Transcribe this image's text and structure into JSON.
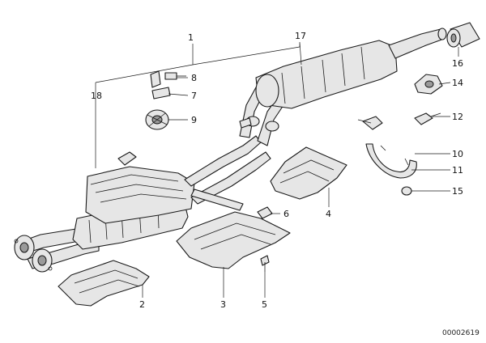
{
  "diagram": {
    "reference_code": "00002619",
    "callouts": [
      {
        "id": "c1",
        "label": "1"
      },
      {
        "id": "c17",
        "label": "17"
      },
      {
        "id": "c18",
        "label": "18"
      },
      {
        "id": "c16",
        "label": "16"
      },
      {
        "id": "c8",
        "label": "8"
      },
      {
        "id": "c7",
        "label": "7"
      },
      {
        "id": "c9",
        "label": "9"
      },
      {
        "id": "c14",
        "label": "14"
      },
      {
        "id": "c12",
        "label": "12"
      },
      {
        "id": "c10",
        "label": "10"
      },
      {
        "id": "c11",
        "label": "11"
      },
      {
        "id": "c15",
        "label": "15"
      },
      {
        "id": "c4",
        "label": "4"
      },
      {
        "id": "c6",
        "label": "6"
      },
      {
        "id": "c2",
        "label": "2"
      },
      {
        "id": "c3",
        "label": "3"
      },
      {
        "id": "c5",
        "label": "5"
      }
    ]
  }
}
